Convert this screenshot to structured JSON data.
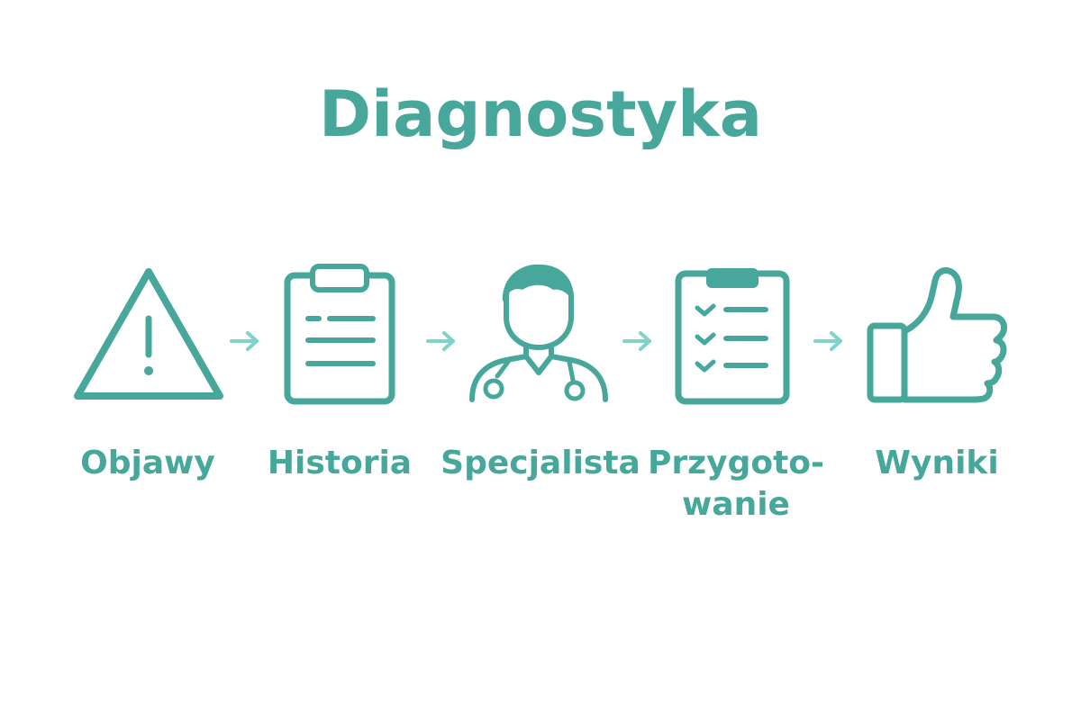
{
  "title": "Diagnostyka",
  "colors": {
    "primary": "#46a79a",
    "arrow": "#7fd3c8",
    "background": "#ffffff"
  },
  "steps": [
    {
      "icon": "warning-triangle-icon",
      "label": "Objawy"
    },
    {
      "icon": "clipboard-icon",
      "label": "Historia"
    },
    {
      "icon": "doctor-icon",
      "label": "Specjalista"
    },
    {
      "icon": "checklist-clipboard-icon",
      "label": "Przygoto-\nwanie"
    },
    {
      "icon": "thumbs-up-icon",
      "label": "Wyniki"
    }
  ],
  "connectors": [
    "arrow-right-icon",
    "arrow-right-icon",
    "arrow-right-icon",
    "arrow-right-icon"
  ]
}
